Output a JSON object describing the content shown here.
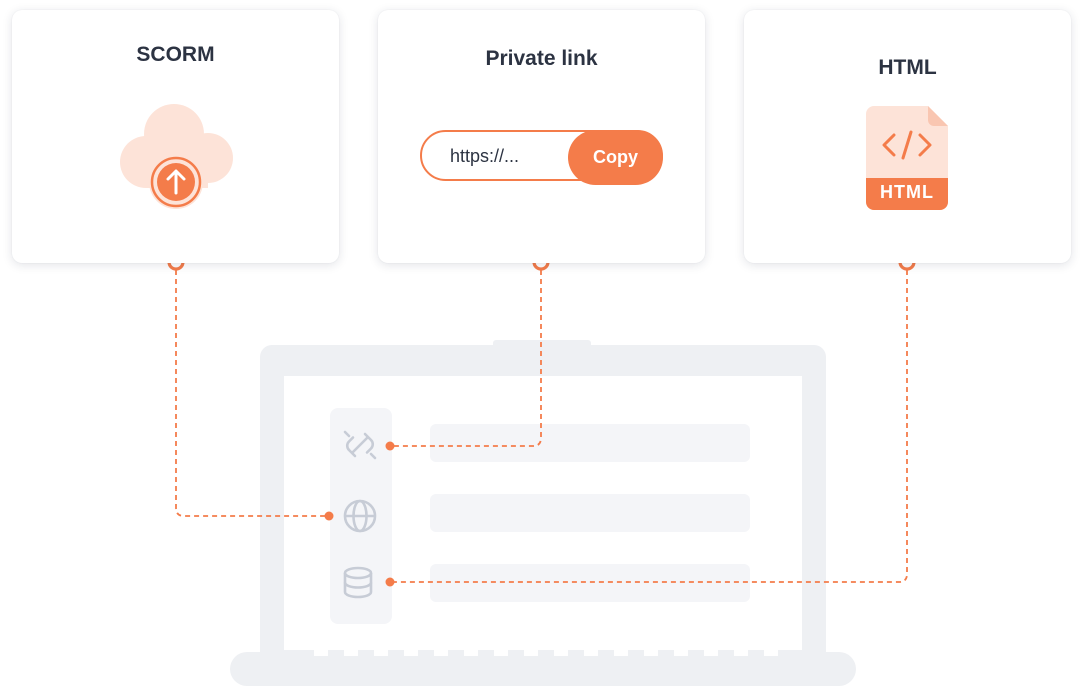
{
  "cards": {
    "scorm": {
      "title": "SCORM"
    },
    "private_link": {
      "title": "Private link",
      "url_text": "https://...",
      "copy_label": "Copy"
    },
    "html": {
      "title": "HTML",
      "file_badge": "HTML"
    }
  },
  "colors": {
    "accent": "#f47c4a",
    "accent_light": "#fde3d8",
    "text_dark": "#2c3342",
    "laptop_frame": "#eef0f3",
    "laptop_row": "#f4f5f8",
    "sidebar_icon": "#c7ccd6"
  },
  "icons": {
    "scorm": "cloud-upload-icon",
    "html": "html-file-icon",
    "sidebar": [
      "link-icon",
      "globe-icon",
      "database-icon"
    ]
  }
}
